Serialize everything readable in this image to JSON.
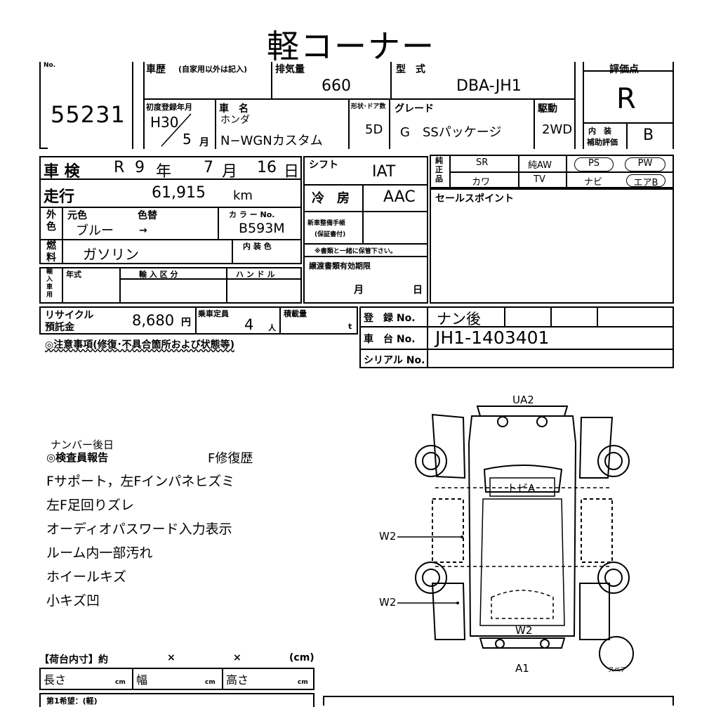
{
  "header": {
    "title": "軽コーナー",
    "no_label": "No."
  },
  "lot": {
    "number": "55231"
  },
  "history": {
    "label": "車歴",
    "note": "(自家用以外は記入)"
  },
  "displacement": {
    "label": "排気量",
    "value": "660"
  },
  "model": {
    "label": "型　式",
    "value": "DBA-JH1"
  },
  "evaluation": {
    "label": "評価点",
    "value": "R",
    "interior_label_1": "内　装",
    "interior_label_2": "補助評価",
    "interior_value": "B"
  },
  "first_registration": {
    "label": "初度登録年月",
    "year": "H30",
    "month": "5",
    "month_unit": "月"
  },
  "car_name": {
    "label": "車　名",
    "maker": "ホンダ",
    "value": "N−WGNカスタム"
  },
  "body_doors": {
    "label": "形状･ドア数",
    "value": "5D"
  },
  "grade": {
    "label": "グレード",
    "value": "G　SSパッケージ"
  },
  "drive": {
    "label": "駆動",
    "value": "2WD"
  },
  "inspection": {
    "label": "車 検",
    "era": "R",
    "year": "9",
    "year_unit": "年",
    "month": "7",
    "month_unit": "月",
    "day": "16",
    "day_unit": "日"
  },
  "shift": {
    "label": "シフト",
    "value": "IAT"
  },
  "equipment": {
    "label": "純正品",
    "sr": "SR",
    "aw": "純AW",
    "ps": "PS",
    "pw": "PW",
    "leather": "カワ",
    "tv": "TV",
    "navi": "ナビ",
    "airbag": "エアB"
  },
  "mileage": {
    "label": "走行",
    "value": "61,915",
    "unit": "km"
  },
  "ac": {
    "label": "冷　房",
    "value": "AAC"
  },
  "sales_point": {
    "label": "セールスポイント"
  },
  "color": {
    "side_label": "外色",
    "original_label": "元色",
    "original_value": "ブルー",
    "change_label": "色替",
    "change_value": "→",
    "code_label": "カ ラ ー No.",
    "code_value": "B593M"
  },
  "new_car_docs": {
    "label_1": "新車整備手帳",
    "label_2": "(保証書付)",
    "note": "※書類と一緒に保管下さい。"
  },
  "fuel": {
    "side_label": "燃料",
    "value": "ガソリン",
    "interior_color_label": "内 装 色"
  },
  "import": {
    "side_label": "輸入車用",
    "year_label": "年式",
    "type_label": "輸 入 区 分",
    "handle_label": "ハ ン ド ル"
  },
  "transfer_docs": {
    "label": "譲渡書類有効期限",
    "month_unit": "月",
    "day_unit": "日"
  },
  "recycle": {
    "label_1": "リサイクル",
    "label_2": "預託金",
    "value": "8,680",
    "unit": "円"
  },
  "capacity": {
    "label": "乗車定員",
    "value": "4",
    "unit": "人"
  },
  "load": {
    "label": "積載量",
    "unit": "t"
  },
  "registration": {
    "label": "登　録 No.",
    "value": "ナン後"
  },
  "chassis": {
    "label": "車　台 No.",
    "value": "JH1-1403401"
  },
  "serial": {
    "label": "シリアル No."
  },
  "caution": {
    "label": "◎注意事項(修復･不具合箇所および状態等)"
  },
  "report": {
    "top_note": "ナンバー後日",
    "label": "◎検査員報告",
    "repair_history": "F修復歴",
    "lines": [
      "Fサポート，左Fインパネヒズミ",
      "左F足回りズレ",
      "オーディオパスワード入力表示",
      "ルーム内一部汚れ",
      "ホイールキズ",
      "小キズ凹"
    ]
  },
  "diagram": {
    "front_mark": "UA2",
    "hood_mark": "トビA",
    "side_mark_1": "W2",
    "side_mark_2": "W2",
    "rear_mark": "W2",
    "bottom_mark": "A1",
    "spare_label": "スペア"
  },
  "cargo": {
    "label": "【荷台内寸】約",
    "x1": "×",
    "x2": "×",
    "unit_label": "(cm)",
    "length_label": "長さ",
    "width_label": "幅",
    "height_label": "高さ",
    "cm": "cm",
    "bottom_text": "第1希望：(軽)"
  }
}
